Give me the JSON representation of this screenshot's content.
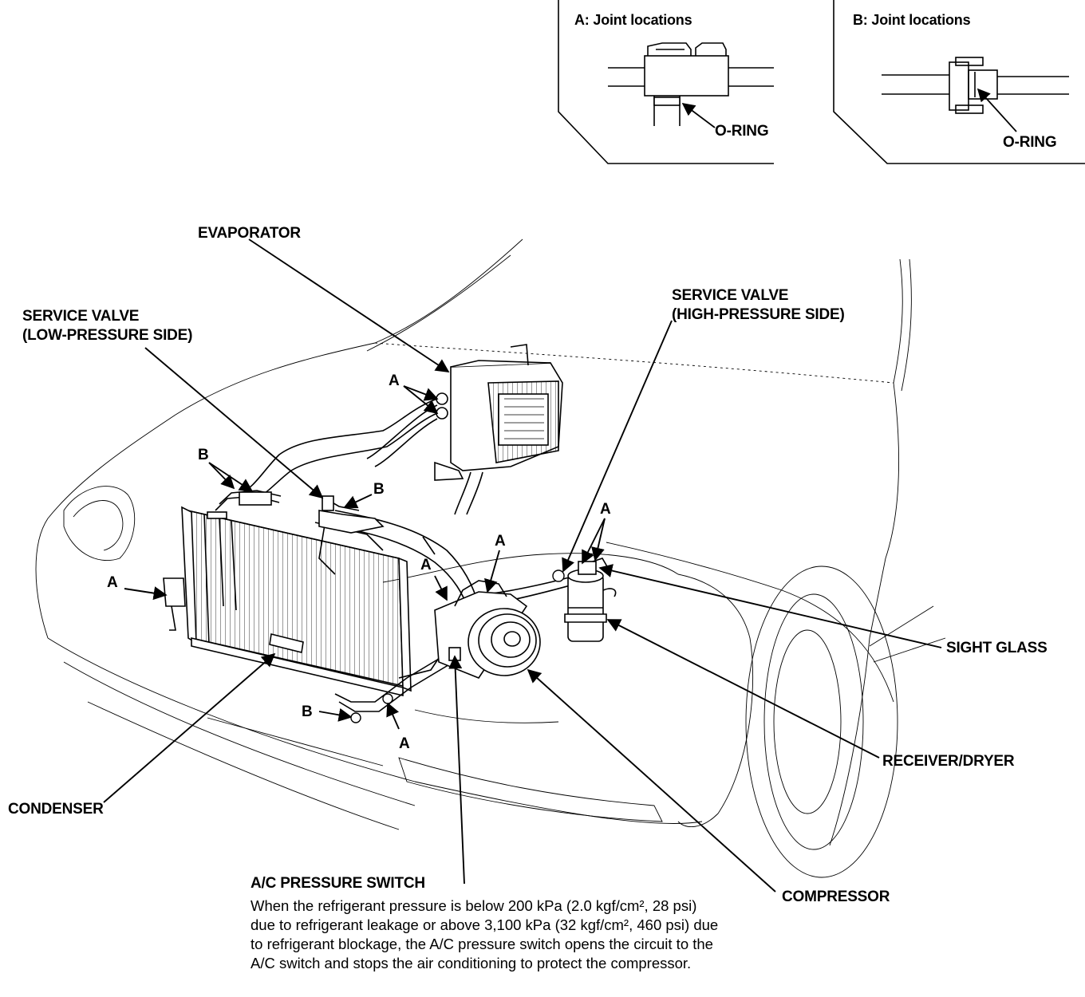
{
  "insets": {
    "a_title": "A: Joint locations",
    "a_oring": "O-RING",
    "b_title": "B: Joint locations",
    "b_oring": "O-RING"
  },
  "labels": {
    "evaporator": "EVAPORATOR",
    "service_valve_low_1": "SERVICE VALVE",
    "service_valve_low_2": "(LOW-PRESSURE SIDE)",
    "service_valve_high_1": "SERVICE VALVE",
    "service_valve_high_2": "(HIGH-PRESSURE SIDE)",
    "sight_glass": "SIGHT GLASS",
    "receiver_dryer": "RECEIVER/DRYER",
    "condenser": "CONDENSER",
    "compressor": "COMPRESSOR",
    "pressure_switch": "A/C PRESSURE SWITCH",
    "joint_a": "A",
    "joint_b": "B"
  },
  "pressure_switch_description": "When the refrigerant pressure is below 200 kPa (2.0 kgf/cm², 28 psi) due to refrigerant leakage or above 3,100 kPa (32 kgf/cm², 460 psi) due to refrigerant blockage, the A/C pressure switch opens the circuit to the A/C switch and stops the air conditioning to protect the compressor."
}
